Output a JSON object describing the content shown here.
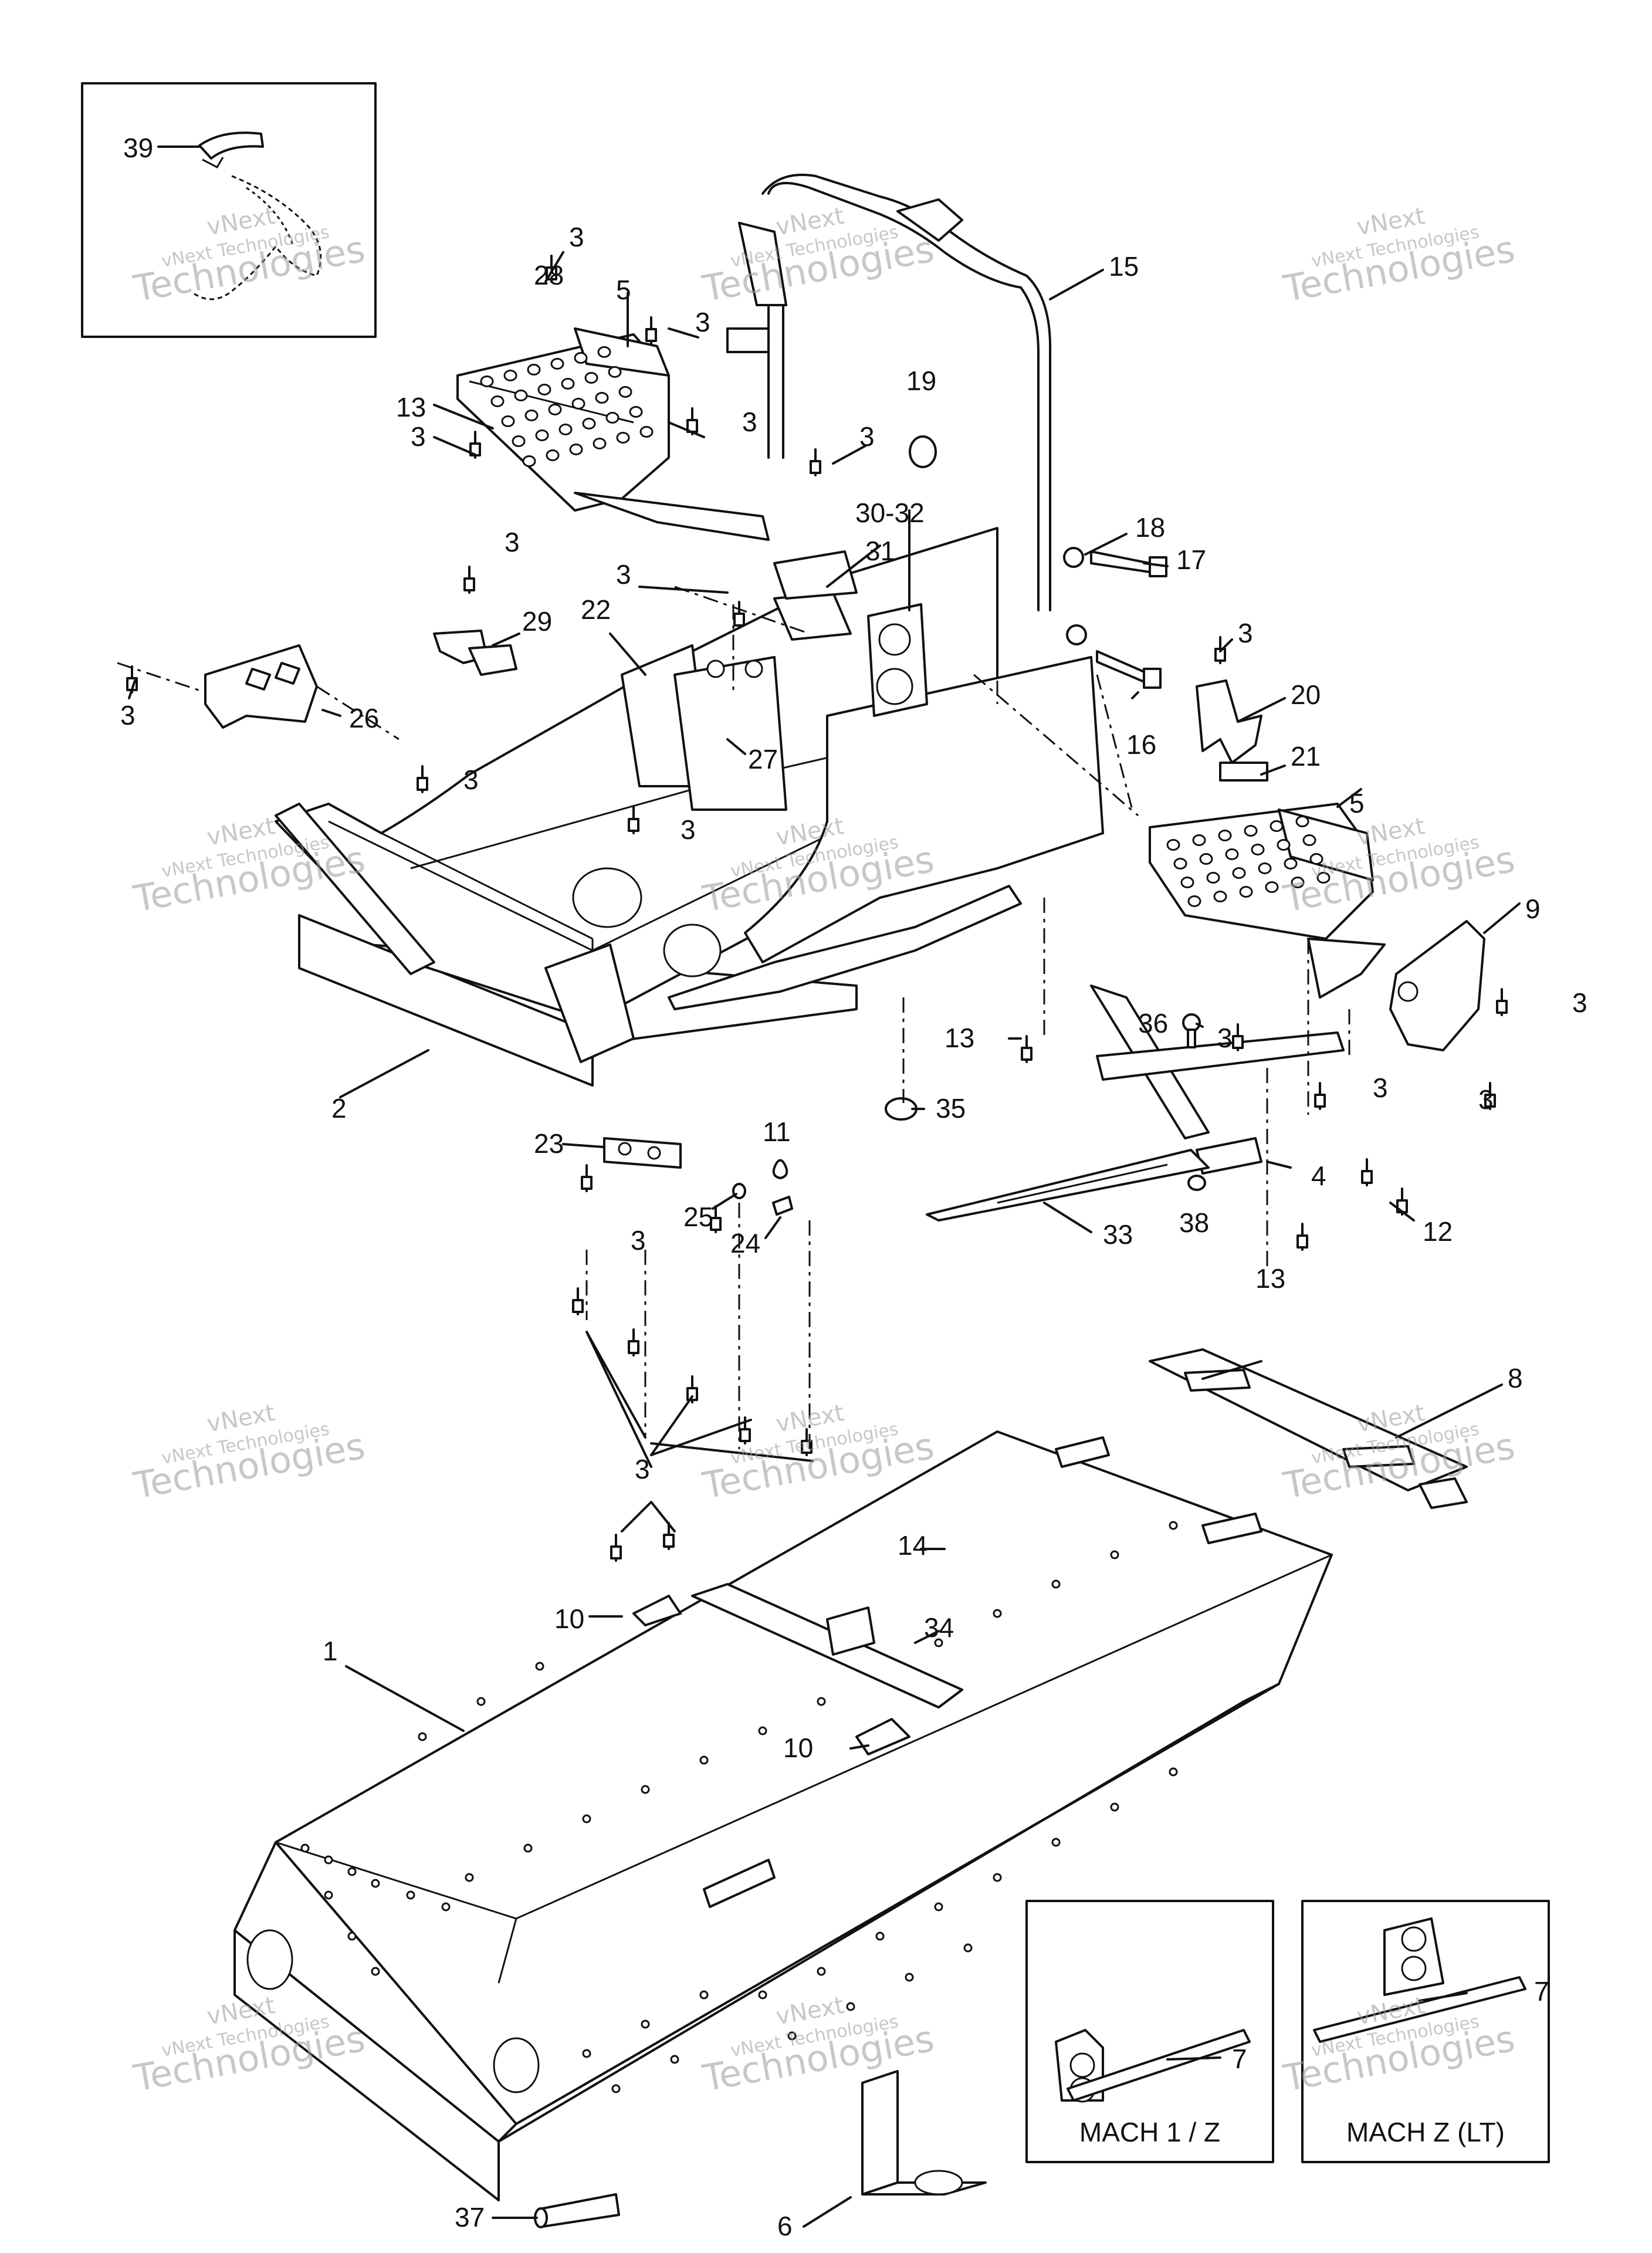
{
  "callouts": [
    {
      "id": "c39",
      "text": "39"
    },
    {
      "id": "c3a",
      "text": "3"
    },
    {
      "id": "c28",
      "text": "28"
    },
    {
      "id": "c5a",
      "text": "5"
    },
    {
      "id": "c3b",
      "text": "3"
    },
    {
      "id": "c15",
      "text": "15"
    },
    {
      "id": "c13a",
      "text": "13"
    },
    {
      "id": "c3c",
      "text": "3"
    },
    {
      "id": "c3d",
      "text": "3"
    },
    {
      "id": "c19",
      "text": "19"
    },
    {
      "id": "c3e",
      "text": "3"
    },
    {
      "id": "c3032",
      "text": "30-32"
    },
    {
      "id": "c31",
      "text": "31"
    },
    {
      "id": "c18",
      "text": "18"
    },
    {
      "id": "c17",
      "text": "17"
    },
    {
      "id": "c3f",
      "text": "3"
    },
    {
      "id": "c3g",
      "text": "3"
    },
    {
      "id": "c22",
      "text": "22"
    },
    {
      "id": "c29",
      "text": "29"
    },
    {
      "id": "c3h",
      "text": "3"
    },
    {
      "id": "c20",
      "text": "20"
    },
    {
      "id": "c3i",
      "text": "3"
    },
    {
      "id": "c26",
      "text": "26"
    },
    {
      "id": "c16",
      "text": "16"
    },
    {
      "id": "c27",
      "text": "27"
    },
    {
      "id": "c21",
      "text": "21"
    },
    {
      "id": "c3j",
      "text": "3"
    },
    {
      "id": "c5b",
      "text": "5"
    },
    {
      "id": "c3k",
      "text": "3"
    },
    {
      "id": "c9",
      "text": "9"
    },
    {
      "id": "c36",
      "text": "36"
    },
    {
      "id": "c3l",
      "text": "3"
    },
    {
      "id": "c13b",
      "text": "13"
    },
    {
      "id": "c3m",
      "text": "3"
    },
    {
      "id": "c2",
      "text": "2"
    },
    {
      "id": "c35",
      "text": "35"
    },
    {
      "id": "c3n",
      "text": "3"
    },
    {
      "id": "c3o",
      "text": "3"
    },
    {
      "id": "c11",
      "text": "11"
    },
    {
      "id": "c23",
      "text": "23"
    },
    {
      "id": "c4",
      "text": "4"
    },
    {
      "id": "c25",
      "text": "25"
    },
    {
      "id": "c24",
      "text": "24"
    },
    {
      "id": "c3p",
      "text": "3"
    },
    {
      "id": "c33",
      "text": "33"
    },
    {
      "id": "c38",
      "text": "38"
    },
    {
      "id": "c12",
      "text": "12"
    },
    {
      "id": "c13c",
      "text": "13"
    },
    {
      "id": "c8",
      "text": "8"
    },
    {
      "id": "c3q",
      "text": "3"
    },
    {
      "id": "c14",
      "text": "14"
    },
    {
      "id": "c10a",
      "text": "10"
    },
    {
      "id": "c34",
      "text": "34"
    },
    {
      "id": "c1",
      "text": "1"
    },
    {
      "id": "c10b",
      "text": "10"
    },
    {
      "id": "c7a",
      "text": "7"
    },
    {
      "id": "c7b",
      "text": "7"
    },
    {
      "id": "c37",
      "text": "37"
    },
    {
      "id": "c6",
      "text": "6"
    }
  ],
  "insets": {
    "left_caption": "MACH 1 / Z",
    "right_caption": "MACH Z (LT)"
  },
  "watermark": {
    "line1": "vNext",
    "line2": "vNext Technologies",
    "line3": "Technologies"
  }
}
